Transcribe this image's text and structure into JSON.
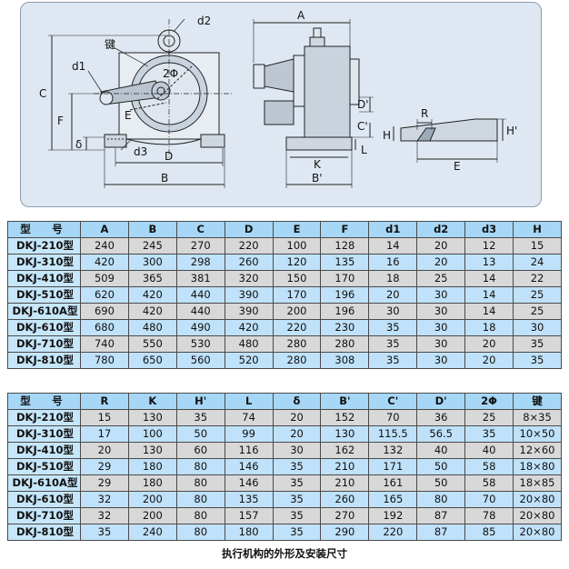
{
  "drawing": {
    "labels": {
      "d2": "d2",
      "key": "键",
      "d1": "d1",
      "C": "C",
      "F": "F",
      "delta": "δ",
      "E": "E",
      "two_phi": "2Φ",
      "d3": "d3",
      "D": "D",
      "B": "B",
      "A": "A",
      "D_prime": "D'",
      "C_prime": "C'",
      "L": "L",
      "K": "K",
      "B_prime": "B'",
      "R": "R",
      "H": "H",
      "H_prime": "H'",
      "E_right": "E"
    },
    "colors": {
      "background": "#dfe8f2",
      "border": "#8a9ab0"
    }
  },
  "table1": {
    "headers": [
      "型　号",
      "A",
      "B",
      "C",
      "D",
      "E",
      "F",
      "d1",
      "d2",
      "d3",
      "H"
    ],
    "rows": [
      [
        "DKJ-210型",
        "240",
        "245",
        "270",
        "220",
        "100",
        "128",
        "14",
        "20",
        "12",
        "15"
      ],
      [
        "DKJ-310型",
        "420",
        "300",
        "298",
        "260",
        "120",
        "135",
        "16",
        "20",
        "13",
        "24"
      ],
      [
        "DKJ-410型",
        "509",
        "365",
        "381",
        "320",
        "150",
        "170",
        "18",
        "25",
        "14",
        "22"
      ],
      [
        "DKJ-510型",
        "620",
        "420",
        "440",
        "390",
        "170",
        "196",
        "20",
        "30",
        "14",
        "25"
      ],
      [
        "DKJ-610A型",
        "690",
        "420",
        "440",
        "390",
        "200",
        "196",
        "30",
        "30",
        "14",
        "25"
      ],
      [
        "DKJ-610型",
        "680",
        "480",
        "490",
        "420",
        "220",
        "230",
        "35",
        "30",
        "18",
        "30"
      ],
      [
        "DKJ-710型",
        "740",
        "550",
        "530",
        "480",
        "280",
        "280",
        "35",
        "30",
        "20",
        "35"
      ],
      [
        "DKJ-810型",
        "780",
        "650",
        "560",
        "520",
        "280",
        "308",
        "35",
        "30",
        "20",
        "35"
      ]
    ]
  },
  "table2": {
    "headers": [
      "型　号",
      "R",
      "K",
      "H'",
      "L",
      "δ",
      "B'",
      "C'",
      "D'",
      "2Φ",
      "键"
    ],
    "rows": [
      [
        "DKJ-210型",
        "15",
        "130",
        "35",
        "74",
        "20",
        "152",
        "70",
        "36",
        "25",
        "8×35"
      ],
      [
        "DKJ-310型",
        "17",
        "100",
        "50",
        "99",
        "20",
        "130",
        "115.5",
        "56.5",
        "35",
        "10×50"
      ],
      [
        "DKJ-410型",
        "20",
        "130",
        "60",
        "116",
        "30",
        "162",
        "132",
        "40",
        "40",
        "12×60"
      ],
      [
        "DKJ-510型",
        "29",
        "180",
        "80",
        "146",
        "35",
        "210",
        "171",
        "50",
        "58",
        "18×80"
      ],
      [
        "DKJ-610A型",
        "29",
        "180",
        "80",
        "146",
        "35",
        "210",
        "161",
        "50",
        "58",
        "18×85"
      ],
      [
        "DKJ-610型",
        "32",
        "200",
        "80",
        "135",
        "35",
        "260",
        "165",
        "80",
        "70",
        "20×80"
      ],
      [
        "DKJ-710型",
        "32",
        "200",
        "80",
        "157",
        "35",
        "270",
        "192",
        "87",
        "78",
        "20×80"
      ],
      [
        "DKJ-810型",
        "35",
        "240",
        "80",
        "180",
        "35",
        "290",
        "220",
        "87",
        "85",
        "20×80"
      ]
    ]
  },
  "caption": "执行机构的外形及安装尺寸"
}
